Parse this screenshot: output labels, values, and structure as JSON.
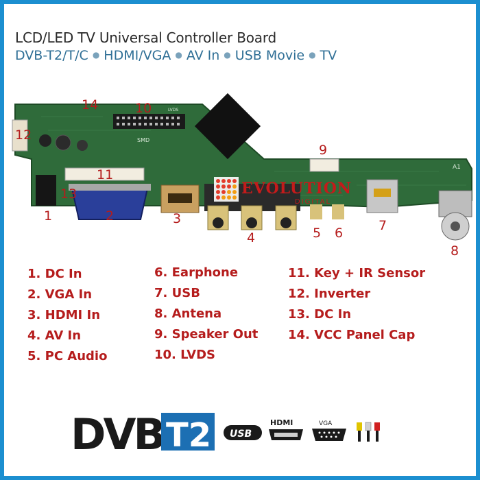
{
  "header": {
    "title": "LCD/LED TV Universal Controller Board",
    "features": [
      "DVB-T2/T/C",
      "HDMI/VGA",
      "AV In",
      "USB Movie",
      "TV"
    ]
  },
  "board": {
    "silkscreen_lvds": "LVDS",
    "silkscreen_smd": "SMD",
    "silkscreen_a1": "A1",
    "brand_name": "EVOLUTION",
    "brand_sub": "DIGITAL"
  },
  "callouts": [
    "14",
    "10",
    "12",
    "9",
    "11",
    "13",
    "1",
    "2",
    "3",
    "4",
    "5",
    "6",
    "7",
    "8"
  ],
  "legend": {
    "col1": [
      "1. DC In",
      "2. VGA In",
      "3. HDMI In",
      "4. AV In",
      "5. PC Audio"
    ],
    "col2": [
      "6. Earphone",
      "7. USB",
      "8. Antena",
      "9. Speaker Out",
      "10. LVDS"
    ],
    "col3": [
      "11. Key + IR Sensor",
      "12. Inverter",
      "13. DC In",
      "14. VCC Panel Cap"
    ]
  },
  "logos": {
    "dvb_text": "DVB",
    "t2_text": "T2",
    "usb_text": "USB",
    "hdmi_text": "HDMI",
    "vga_text": "VGA"
  },
  "colors": {
    "frame": "#1c8fd0",
    "accent_red": "#b51c1c",
    "subtitle_blue": "#2f6f96",
    "pcb_green": "#2f6b3a"
  }
}
